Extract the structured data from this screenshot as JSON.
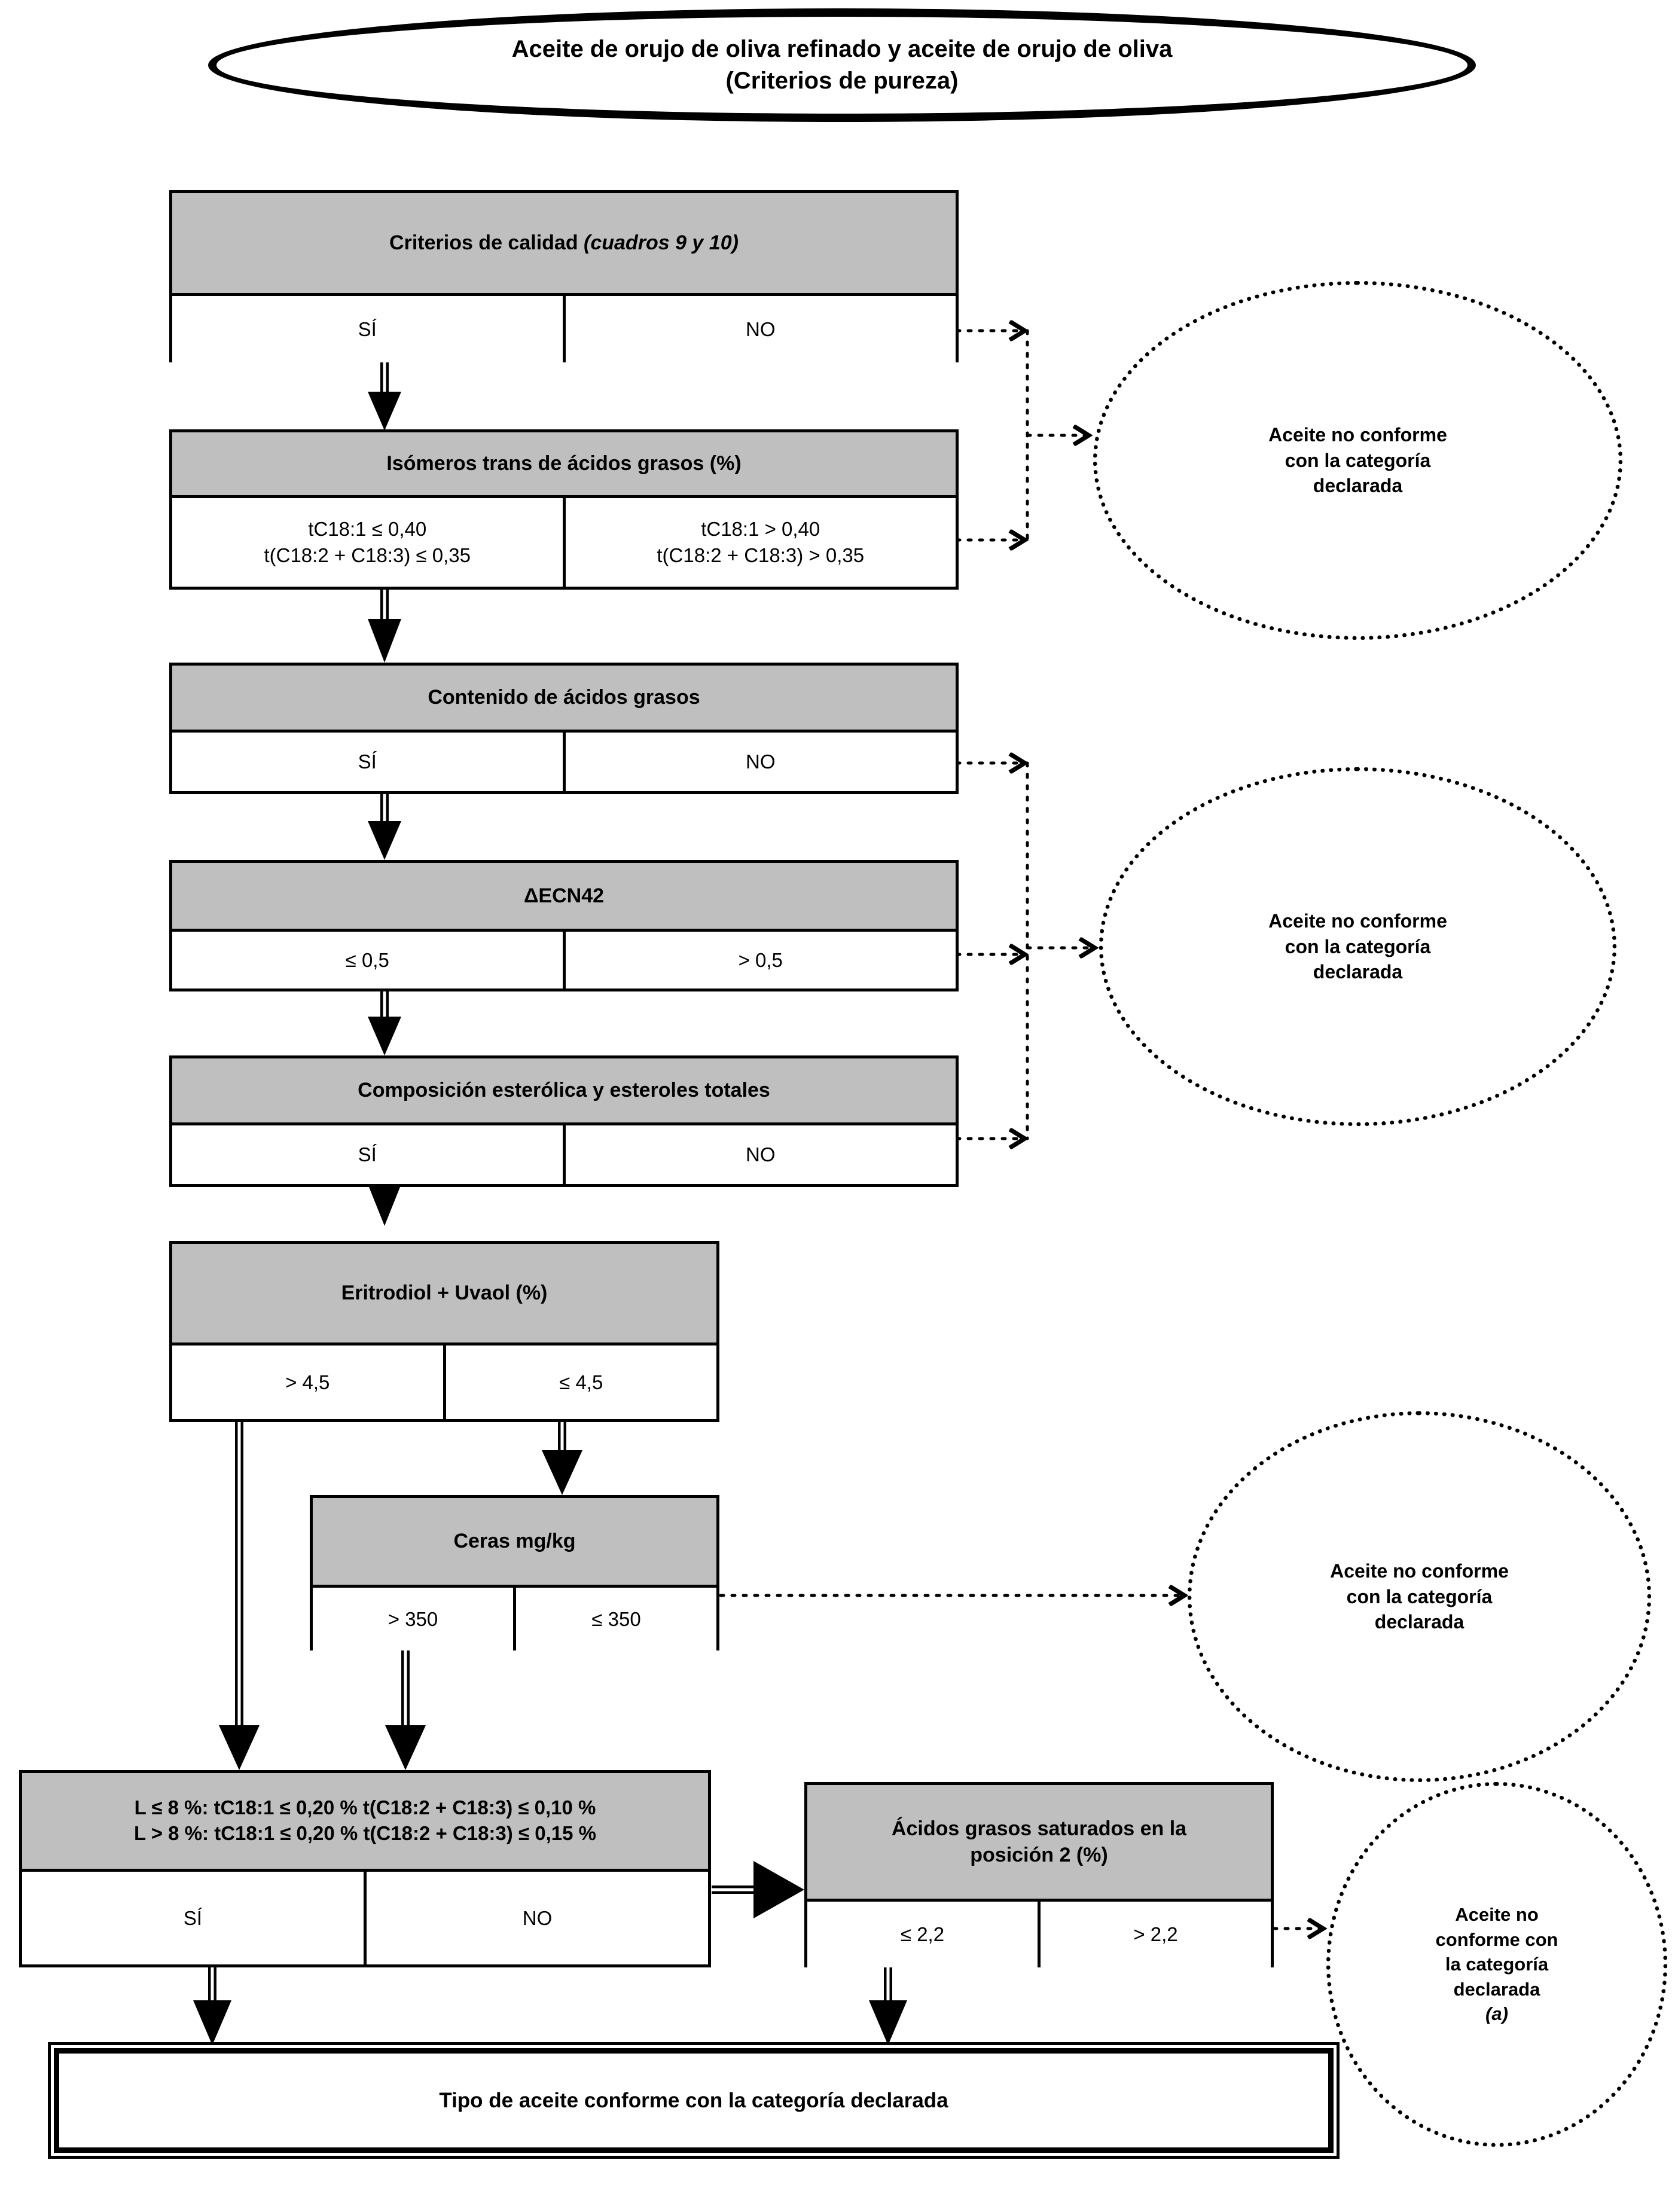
{
  "title": {
    "line1": "Aceite de orujo de oliva refinado y aceite de orujo de oliva",
    "line2": "(Criterios de pureza)"
  },
  "nodes": {
    "calidad": {
      "head_main": "Criterios de calidad",
      "head_note": "(cuadros 9 y 10)",
      "yes": "SÍ",
      "no": "NO"
    },
    "trans": {
      "head": "Isómeros trans de ácidos grasos (%)",
      "yes_l1": "tC18:1 ≤ 0,40",
      "yes_l2": "t(C18:2 + C18:3) ≤ 0,35",
      "no_l1": "tC18:1 > 0,40",
      "no_l2": "t(C18:2 + C18:3) > 0,35"
    },
    "contenido": {
      "head": "Contenido de ácidos grasos",
      "yes": "SÍ",
      "no": "NO"
    },
    "ecn42": {
      "head": "ΔECN42",
      "yes": "≤ 0,5",
      "no": "> 0,5"
    },
    "esteroles": {
      "head": "Composición esterólica y esteroles totales",
      "yes": "SÍ",
      "no": "NO"
    },
    "eritrodiol": {
      "head": "Eritrodiol + Uvaol (%)",
      "left": "> 4,5",
      "right": "≤ 4,5"
    },
    "ceras": {
      "head": "Ceras mg/kg",
      "left": "> 350",
      "right": "≤ 350"
    },
    "trans2": {
      "head_l1": "L ≤ 8 %: tC18:1 ≤ 0,20 % t(C18:2 + C18:3) ≤ 0,10 %",
      "head_l2": "L > 8 %: tC18:1 ≤ 0,20 % t(C18:2 + C18:3) ≤ 0,15 %",
      "yes": "SÍ",
      "no": "NO"
    },
    "saturados": {
      "head_l1": "Ácidos grasos saturados en la",
      "head_l2": "posición 2 (%)",
      "left": "≤ 2,2",
      "right": "> 2,2"
    }
  },
  "outcomes": {
    "reject1": {
      "l1": "Aceite no conforme",
      "l2": "con la categoría",
      "l3": "declarada"
    },
    "reject2": {
      "l1": "Aceite no conforme",
      "l2": "con la categoría",
      "l3": "declarada"
    },
    "reject3": {
      "l1": "Aceite no conforme",
      "l2": "con la categoría",
      "l3": "declarada"
    },
    "reject4": {
      "l1": "Aceite no",
      "l2": "conforme con",
      "l3": "la categoría",
      "l4": "declarada",
      "note": "(a)"
    },
    "accept": {
      "label": "Tipo de aceite conforme con la categoría declarada"
    }
  },
  "colors": {
    "header_fill": "#bfbfbf",
    "line": "#000000",
    "body_fill": "#ffffff"
  }
}
